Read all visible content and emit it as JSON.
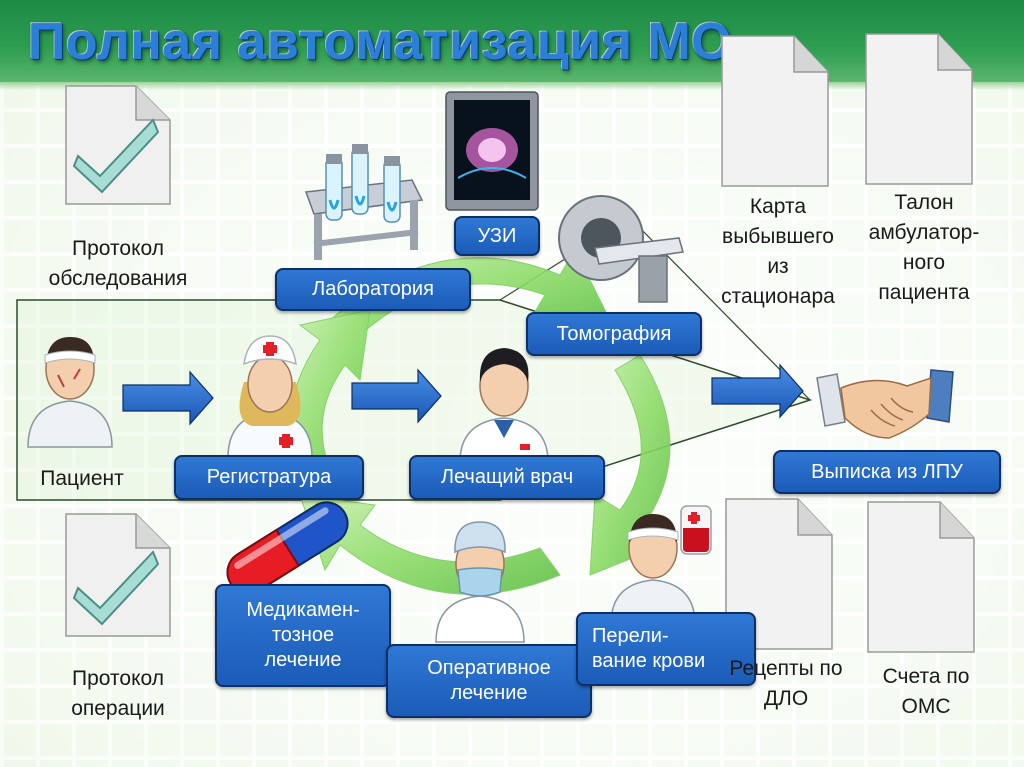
{
  "title": "Полная автоматизация МО",
  "labels": {
    "uzi": "УЗИ",
    "laboratory": "Лаборатория",
    "tomography": "Томография",
    "registry": "Регистратура",
    "attending_doctor": "Лечащий врач",
    "discharge": "Выписка из ЛПУ",
    "drug_treatment": "Медикамен-\nтозное\nлечение",
    "surgery": "Оперативное\nлечение",
    "transfusion": "Перели-\nвание крови"
  },
  "documents": {
    "exam_protocol": "Протокол\nобследования",
    "patient": "Пациент",
    "discharge_card": "Карта\nвыбывшего\nиз\nстационара",
    "outpatient_ticket": "Талон\nамбулатор-\nного\nпациента",
    "operation_protocol": "Протокол\nоперации",
    "prescriptions": "Рецепты по\nДЛО",
    "oms_invoices": "Счета по\nОМС"
  },
  "colors": {
    "banner": "#2e9e51",
    "title": "#2c7fd6",
    "label_fill": "#1b5cb8",
    "cycle_arrow": "#8fdc6a",
    "flow_arrow": "#1e64c8"
  },
  "icons": {
    "patient": "patient-icon",
    "nurse": "nurse-icon",
    "doctor": "doctor-icon",
    "surgeon": "surgeon-icon",
    "transfusion_patient": "transfusion-patient-icon",
    "lab": "lab-test-tubes-icon",
    "ultrasound": "ultrasound-monitor-icon",
    "ct_scanner": "ct-scanner-icon",
    "handshake": "handshake-icon",
    "pill": "pill-capsule-icon",
    "check_document": "checked-document-icon",
    "blank_document": "blank-document-icon"
  }
}
